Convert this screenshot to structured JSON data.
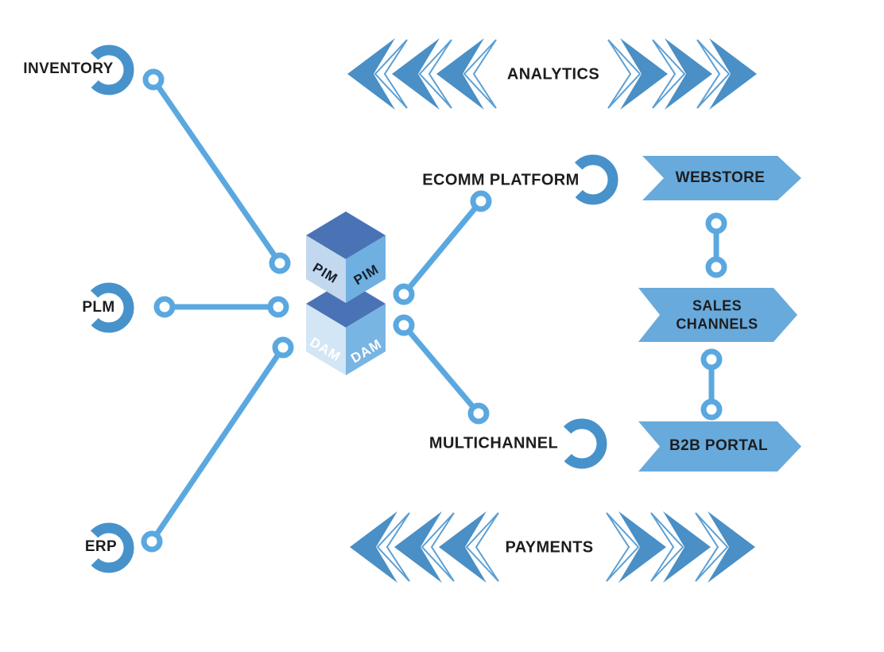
{
  "colors": {
    "line": "#5BA8E0",
    "ring_fill": "#FFFFFF",
    "sync_icon": "#4792CB",
    "chevron_solid": "#4A8FC5",
    "chevron_outline": "#5B9FD4",
    "banner": "#68AADC",
    "cube_top": "#4A73B6",
    "pim_left_face": "#C2D8EE",
    "pim_right_face": "#6FB0E0",
    "dam_left_face": "#D3E6F5",
    "dam_right_face": "#79B5E2",
    "label_text": "#1D1D1F",
    "dam_text": "#FFFFFF"
  },
  "center_hub": {
    "pim_label": "PIM",
    "dam_label": "DAM"
  },
  "source_systems": [
    {
      "label": "INVENTORY"
    },
    {
      "label": "PLM"
    },
    {
      "label": "ERP"
    }
  ],
  "platforms": [
    {
      "label": "ECOMM PLATFORM"
    },
    {
      "label": "MULTICHANNEL"
    }
  ],
  "channels": [
    {
      "label": "WEBSTORE"
    },
    {
      "label": "SALES CHANNELS"
    },
    {
      "label": "B2B PORTAL"
    }
  ],
  "flows": [
    {
      "label": "ANALYTICS"
    },
    {
      "label": "PAYMENTS"
    }
  ]
}
